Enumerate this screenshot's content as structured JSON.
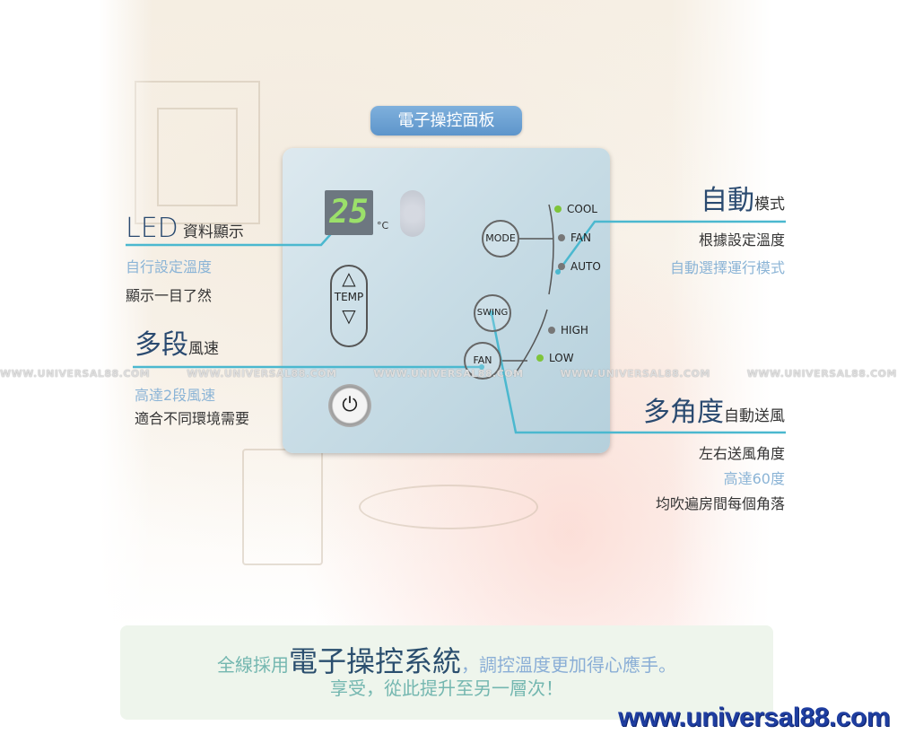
{
  "panel_title": "電子操控面板",
  "display": {
    "value": "25",
    "unit": "°C"
  },
  "buttons": {
    "temp": "TEMP",
    "mode": "MODE",
    "swing": "SWING",
    "fan": "FAN",
    "power": "⏻"
  },
  "mode_options": [
    {
      "label": "COOL",
      "active": true
    },
    {
      "label": "FAN",
      "active": false
    },
    {
      "label": "AUTO",
      "active": false
    }
  ],
  "fan_options": [
    {
      "label": "HIGH",
      "active": false
    },
    {
      "label": "LOW",
      "active": true
    }
  ],
  "callouts": {
    "led": {
      "title": "LED",
      "sub": "資料顯示",
      "line1": "自行設定溫度",
      "line2": "顯示一目了然"
    },
    "speed": {
      "title": "多段",
      "sub": "風速",
      "line1": "高達2段風速",
      "line2": "適合不同環境需要"
    },
    "auto": {
      "title": "自動",
      "sub": "模式",
      "line1": "根據設定溫度",
      "line2": "自動選擇運行模式"
    },
    "swing": {
      "title": "多角度",
      "sub": "自動送風",
      "line1": "左右送風角度",
      "line2": "高達60度",
      "line3": "均吹遍房間每個角落"
    }
  },
  "banner": {
    "part1": "全線採用",
    "part2": "電子操控系統",
    "part3": "，調控溫度更加得心應手。",
    "line2": "享受，從此提升至另一層次！"
  },
  "watermark": "WWW.UNIVERSAL88.COM",
  "site_url": "www.universal88.com",
  "colors": {
    "accent_line": "#4bb8cf",
    "active_dot": "#7ec43a",
    "inactive_dot": "#777777",
    "pill": "#6a9fd0"
  }
}
